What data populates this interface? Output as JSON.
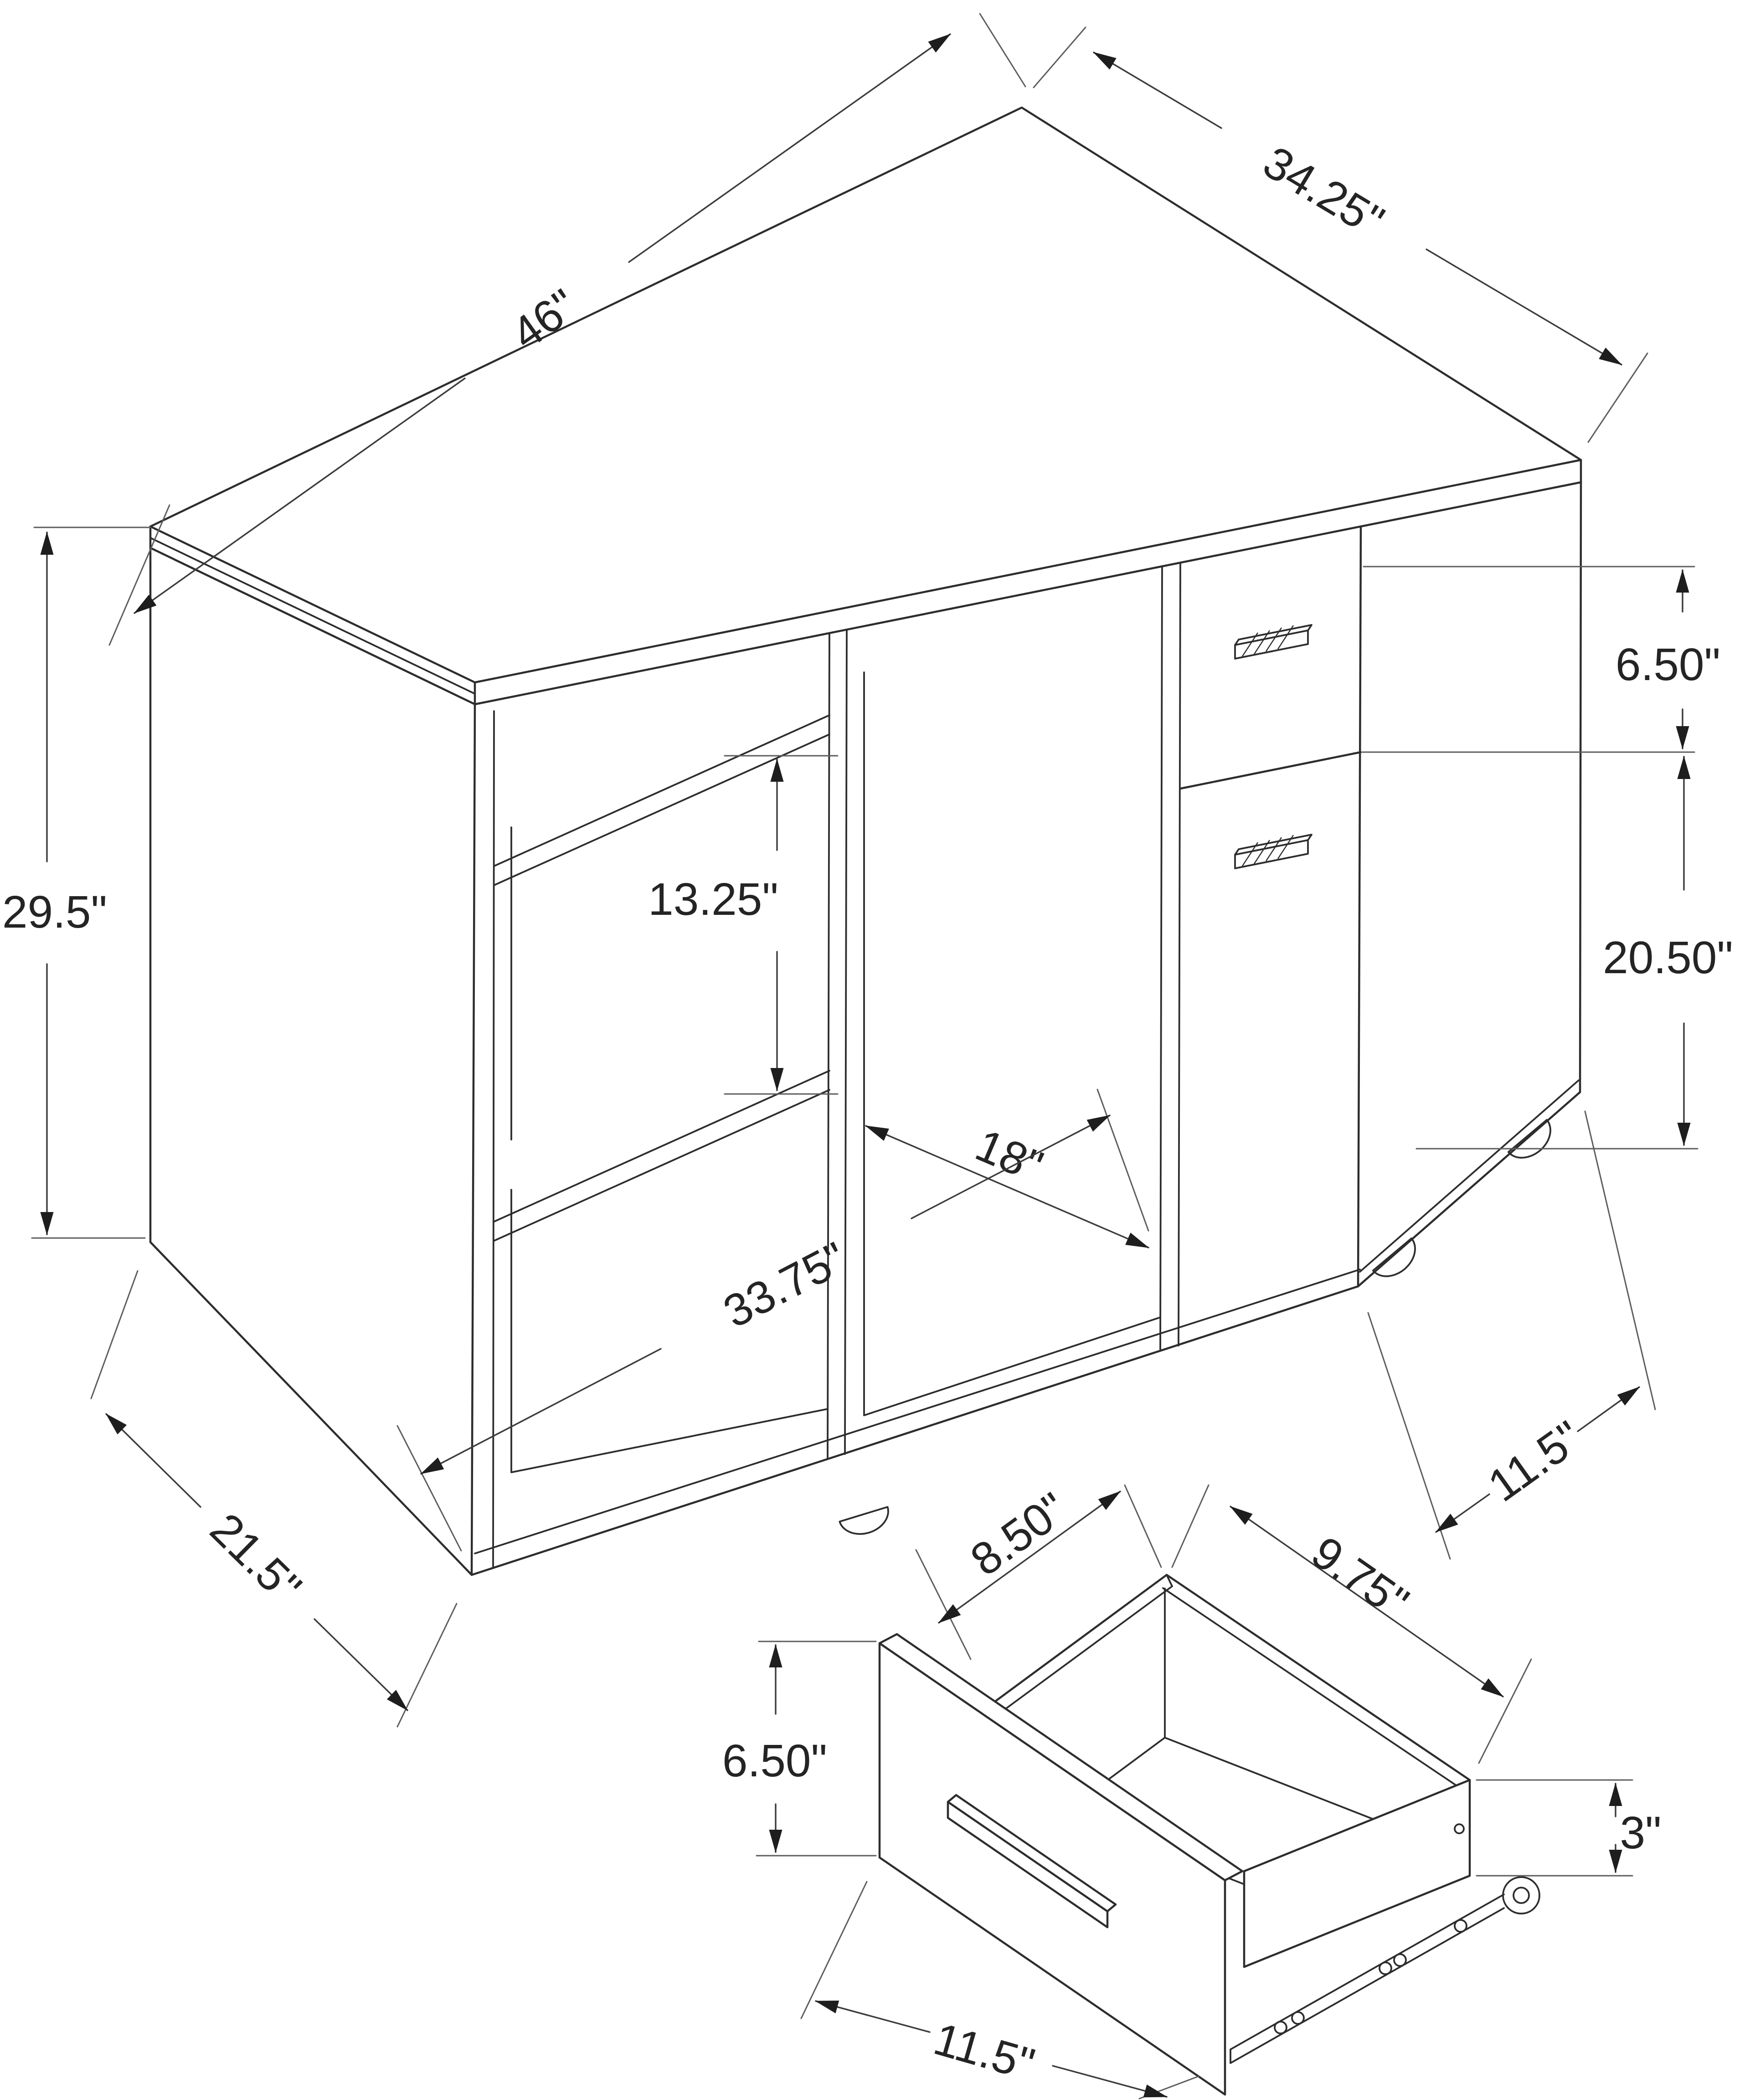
{
  "diagram": {
    "background_color": "#ffffff",
    "line_color": "#2d2d2d",
    "dimension_line_color": "#3c3c3c",
    "text_color": "#242424",
    "views": [
      {
        "id": "desk",
        "name": "corner-desk-isometric-view"
      },
      {
        "id": "drawer",
        "name": "pull-out-drawer-isometric-view"
      }
    ]
  },
  "desk": {
    "top_width": "46\"",
    "top_depth": "34.25\"",
    "overall_height": "29.5\"",
    "shelf_opening_height": "13.25\"",
    "drawer_front_height": "6.50\"",
    "compartment_depth": "18\"",
    "door_height": "20.50\"",
    "bottom_front_width": "33.75\"",
    "side_panel_depth": "21.5\"",
    "cabinet_depth": "11.5\""
  },
  "drawer": {
    "inner_width": "8.50\"",
    "inner_depth": "9.75\"",
    "front_height": "6.50\"",
    "side_height": "3\"",
    "front_width": "11.5\""
  }
}
